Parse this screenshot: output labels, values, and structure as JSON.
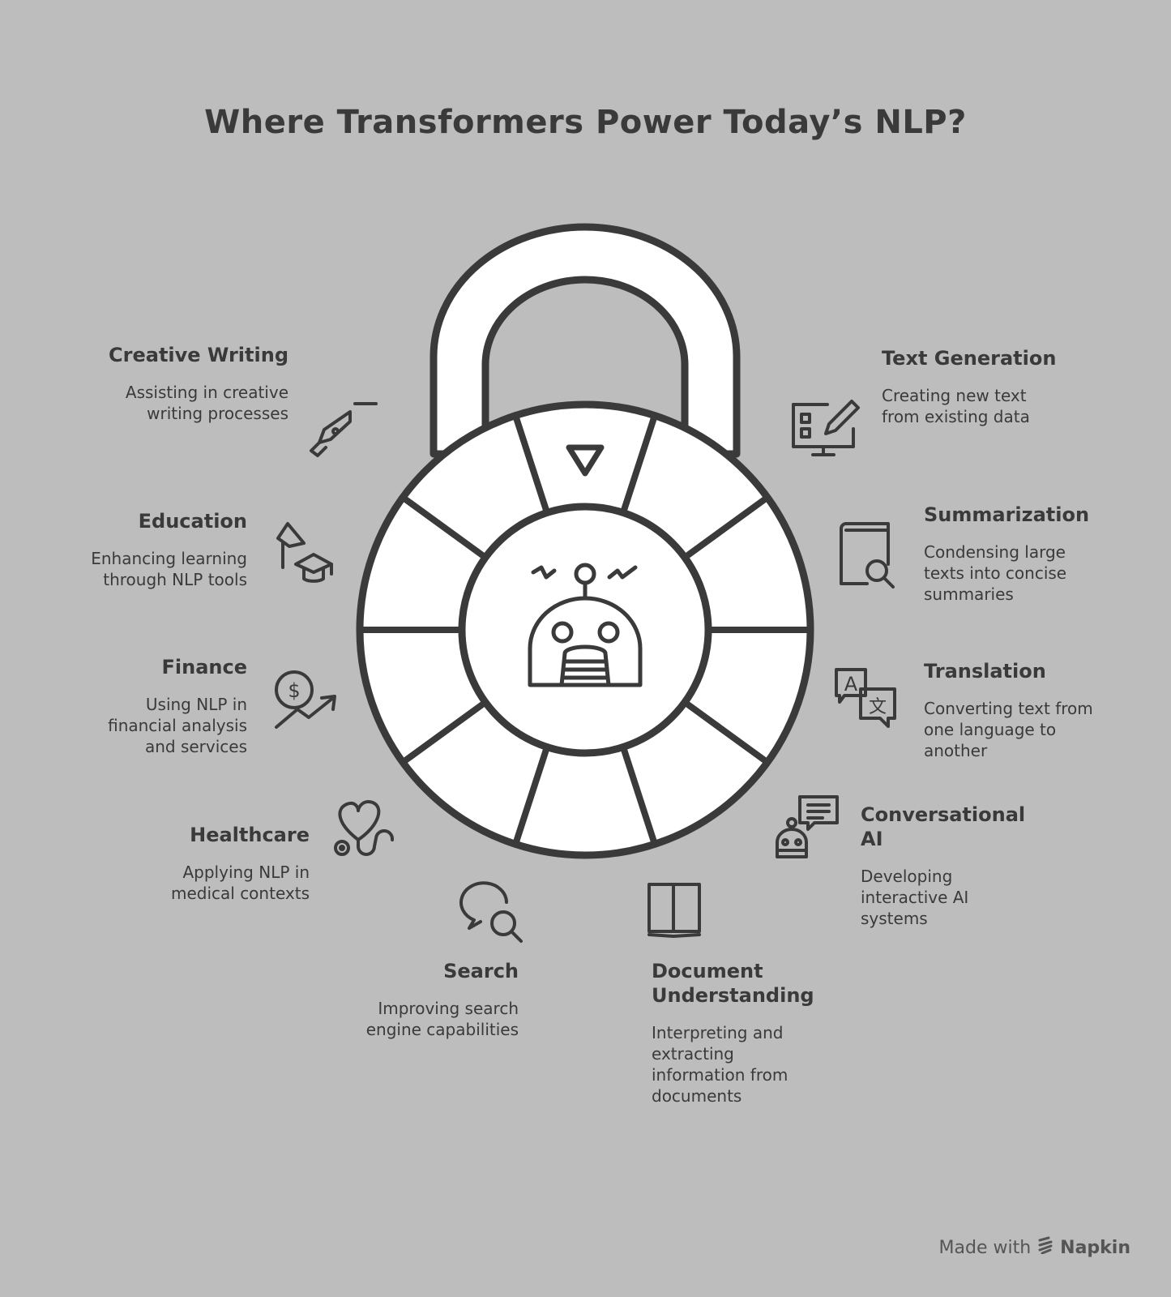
{
  "title": "Where Transformers Power Today’s NLP?",
  "items": [
    {
      "id": "creative-writing",
      "title": "Creative Writing",
      "desc": [
        "Assisting in creative",
        "writing processes"
      ]
    },
    {
      "id": "education",
      "title": "Education",
      "desc": [
        "Enhancing learning",
        "through NLP tools"
      ]
    },
    {
      "id": "finance",
      "title": "Finance",
      "desc": [
        "Using NLP in",
        "financial analysis",
        "and services"
      ]
    },
    {
      "id": "healthcare",
      "title": "Healthcare",
      "desc": [
        "Applying NLP in",
        "medical contexts"
      ]
    },
    {
      "id": "search",
      "title": "Search",
      "desc": [
        "Improving search",
        "engine capabilities"
      ]
    },
    {
      "id": "document-understanding",
      "title": [
        "Document",
        "Understanding"
      ],
      "desc": [
        "Interpreting and",
        "extracting",
        "information from",
        "documents"
      ]
    },
    {
      "id": "conversational-ai",
      "title": [
        "Conversational",
        "AI"
      ],
      "desc": [
        "Developing",
        "interactive AI",
        "systems"
      ]
    },
    {
      "id": "translation",
      "title": "Translation",
      "desc": [
        "Converting text from",
        "one language to",
        "another"
      ]
    },
    {
      "id": "summarization",
      "title": "Summarization",
      "desc": [
        "Condensing large",
        "texts into concise",
        "summaries"
      ]
    },
    {
      "id": "text-generation",
      "title": "Text Generation",
      "desc": [
        "Creating new text",
        "from existing data"
      ]
    }
  ],
  "footer": {
    "made_with": "Made with",
    "brand": "Napkin"
  }
}
